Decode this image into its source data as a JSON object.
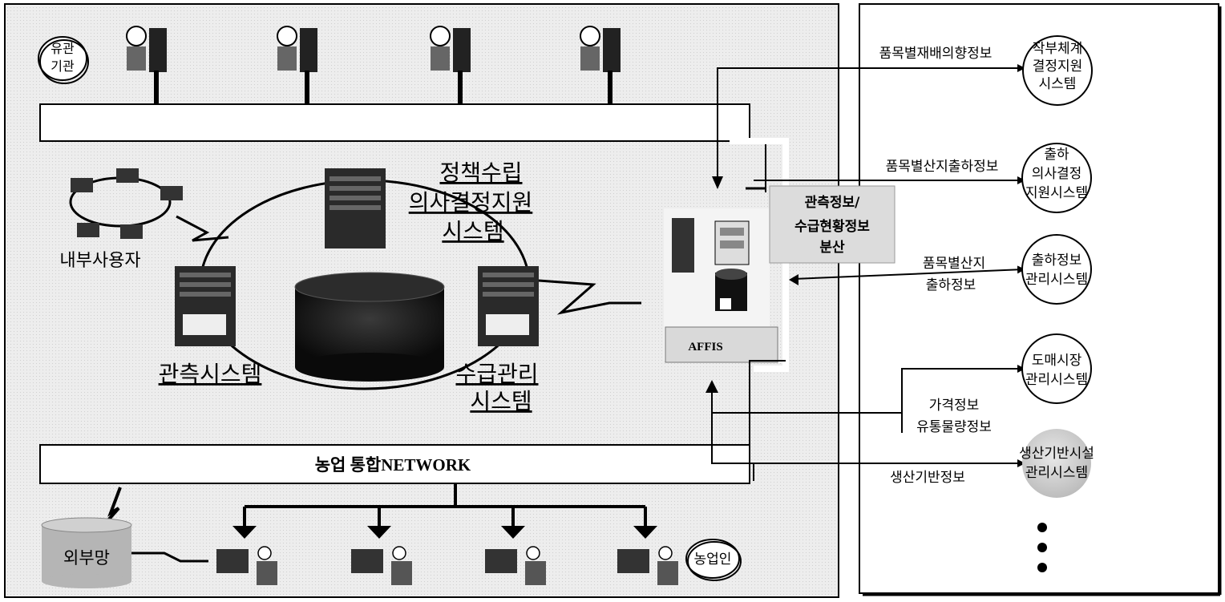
{
  "left_panel": {
    "user_org_label": [
      "유관",
      "기관"
    ],
    "internal_users_label": "내부사용자",
    "policy_system_label": [
      "정책수립",
      "의사결정지원",
      "시스템"
    ],
    "observation_system_label": "관측시스템",
    "supply_system_label": [
      "수급관리",
      "시스템"
    ],
    "distribution_box_label": [
      "관측정보/",
      "수급현황정보",
      "분산"
    ],
    "affis_label": "AFFIS",
    "network_label": "농업 통합NETWORK",
    "external_network_label": "외부망",
    "farmers_label": "농업인"
  },
  "flows": {
    "crop_cultivation_info": "품목별재배의향정보",
    "crop_shipment_info": "품목별산지출하정보",
    "crop_origin_shipment_info": [
      "품목별산지",
      "출하정보"
    ],
    "price_distribution_info": [
      "가격정보",
      "유통물량정보"
    ],
    "production_base_info": "생산기반정보"
  },
  "right_panel": {
    "systems": [
      {
        "label": [
          "작부체계",
          "결정지원",
          "시스템"
        ]
      },
      {
        "label": [
          "출하",
          "의사결정",
          "지원시스템"
        ]
      },
      {
        "label": [
          "출하정보",
          "관리시스템"
        ]
      },
      {
        "label": [
          "도매시장",
          "관리시스템"
        ]
      },
      {
        "label": [
          "생산기반시설",
          "관리시스템"
        ]
      }
    ]
  },
  "colors": {
    "panel_bg": "#ededed",
    "network_bar": "#ffffff",
    "distribution_box": "#dcdcdc",
    "server_dark": "#2a2a2a",
    "grey_circle": "#d4d4d4"
  }
}
